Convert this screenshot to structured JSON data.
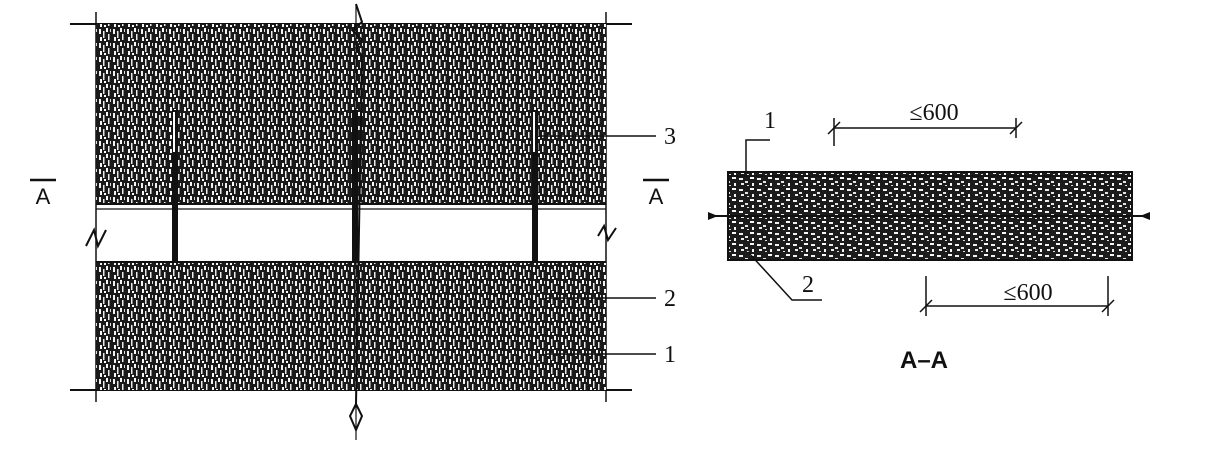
{
  "plan_view": {
    "section_mark_left": "A",
    "section_mark_right": "A",
    "callouts": {
      "three": "3",
      "two": "2",
      "one": "1"
    }
  },
  "section_view": {
    "title": "A–A",
    "callouts": {
      "one": "1",
      "two": "2"
    },
    "dimension_top": "≤600",
    "dimension_bottom": "≤600"
  },
  "colors": {
    "ink": "#111111",
    "paper": "#ffffff"
  }
}
